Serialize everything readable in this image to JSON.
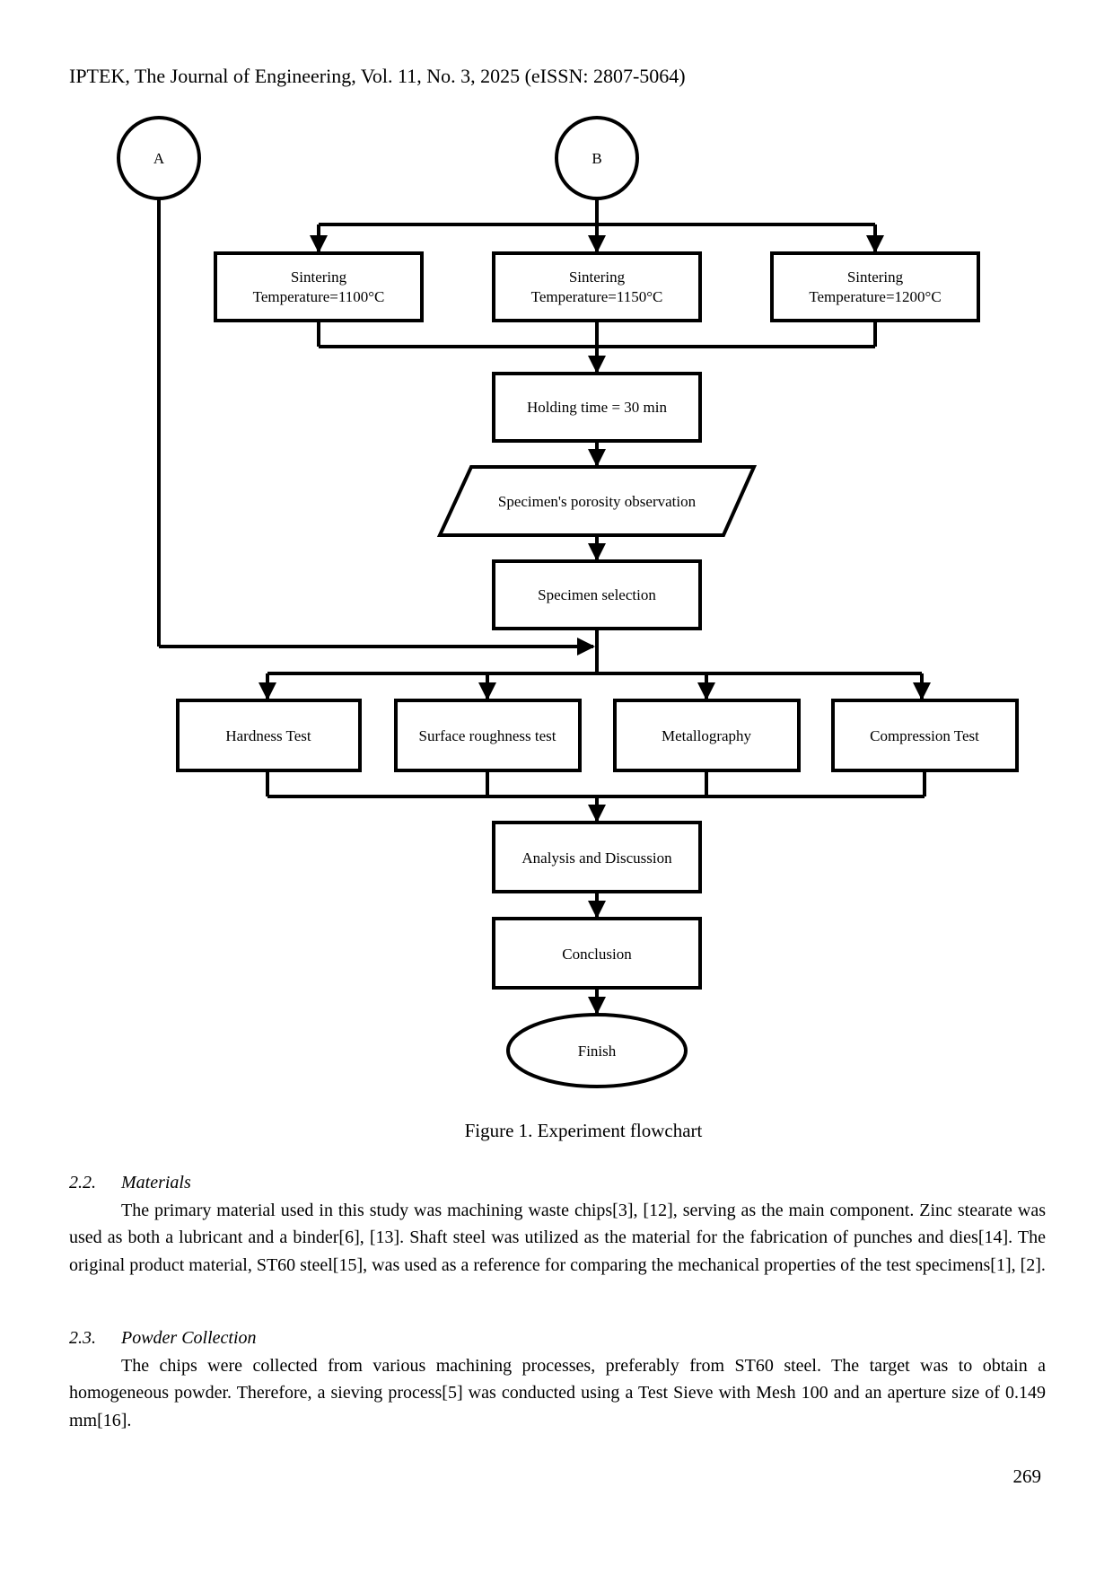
{
  "header": {
    "running_title": "IPTEK, The Journal of Engineering, Vol. 11, No. 3, 2025 (eISSN: 2807-5064)"
  },
  "flowchart": {
    "connector_a": "A",
    "connector_b": "B",
    "sintering": {
      "label": "Sintering",
      "temp1": "Temperature=1100°C",
      "temp2": "Temperature=1150°C",
      "temp3": "Temperature=1200°C"
    },
    "holding": "Holding time = 30 min",
    "porosity": "Specimen's porosity observation",
    "selection": "Specimen selection",
    "tests": {
      "hardness": "Hardness Test",
      "roughness": "Surface roughness test",
      "metallography": "Metallography",
      "compression": "Compression Test"
    },
    "analysis": "Analysis and Discussion",
    "conclusion": "Conclusion",
    "finish": "Finish"
  },
  "figure": {
    "caption": "Figure 1. Experiment flowchart"
  },
  "sections": {
    "materials": {
      "number": "2.2.",
      "title": "Materials",
      "text": "The primary material used in this study was machining waste chips[3], [12], serving as the main component. Zinc stearate was used as both a lubricant and a binder[6], [13]. Shaft steel was utilized as the material for the fabrication of punches and dies[14]. The original product material, ST60 steel[15], was used as a reference for comparing the mechanical properties of the test specimens[1], [2]."
    },
    "powder": {
      "number": "2.3.",
      "title": "Powder Collection",
      "text": "The chips were collected from various machining processes, preferably from ST60 steel. The target was to obtain a homogeneous powder. Therefore, a sieving process[5] was conducted using a Test Sieve with Mesh 100 and an aperture size of 0.149 mm[16]."
    }
  },
  "page_number": "269"
}
